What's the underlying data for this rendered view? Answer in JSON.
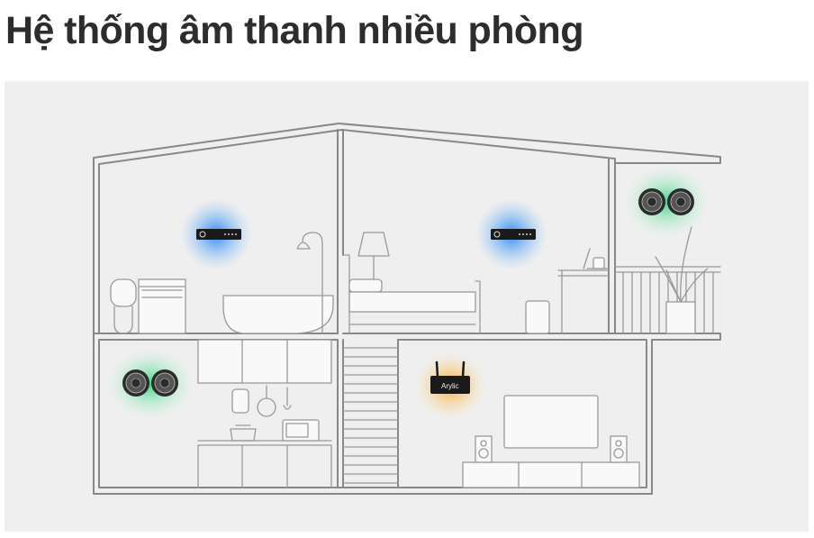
{
  "title": "Hệ thống âm thanh nhiều phòng",
  "device_brand": "Arylic",
  "colors": {
    "title": "#2d2d2d",
    "panel_background": "#efefef",
    "line": "#888888",
    "amp_glow": "#3a8ef5",
    "speaker_glow": "#36d07a",
    "hub_glow": "#f5a623",
    "device_body": "#1a1a1a"
  },
  "rooms": [
    "bathroom",
    "bedroom",
    "balcony",
    "kitchen",
    "living-room"
  ],
  "devices": [
    {
      "type": "amplifier",
      "room": "bathroom",
      "glow": "blue"
    },
    {
      "type": "amplifier",
      "room": "bedroom",
      "glow": "blue"
    },
    {
      "type": "ceiling-speakers",
      "room": "balcony",
      "glow": "green"
    },
    {
      "type": "ceiling-speakers",
      "room": "kitchen",
      "glow": "green"
    },
    {
      "type": "wifi-streamer",
      "room": "living-room",
      "glow": "orange"
    }
  ]
}
